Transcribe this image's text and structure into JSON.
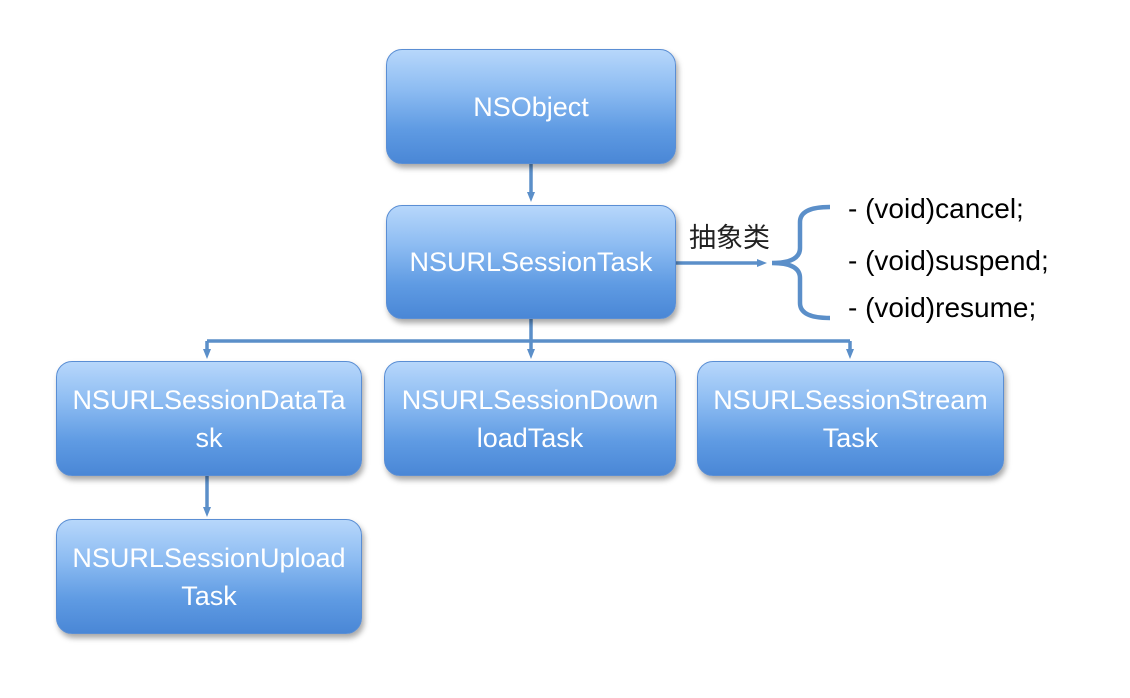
{
  "nodes": {
    "nsobject": "NSObject",
    "session_task": "NSURLSessionTask",
    "data_task": "NSURLSessionDataTask",
    "download_task": "NSURLSessionDownloadTask",
    "stream_task": "NSURLSessionStreamTask",
    "upload_task": "NSURLSessionUploadTask"
  },
  "edge_label": "抽象类",
  "methods": [
    "- (void)cancel;",
    "- (void)suspend;",
    "- (void)resume;"
  ],
  "colors": {
    "node_border": "#5a8ed4",
    "node_top": "#b7d7fb",
    "node_bottom": "#4a87d6",
    "connector": "#5b8fc9",
    "node_text": "#ffffff"
  }
}
